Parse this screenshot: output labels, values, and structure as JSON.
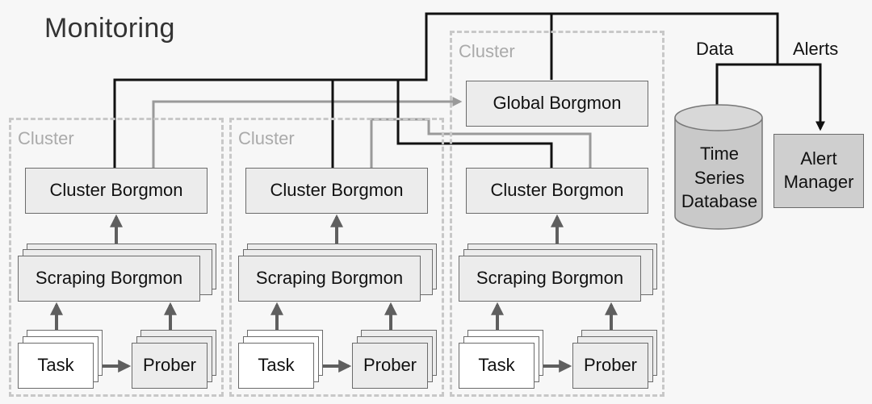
{
  "title": "Monitoring",
  "cluster_label": "Cluster",
  "labels": {
    "global_borgmon": "Global Borgmon",
    "cluster_borgmon": "Cluster Borgmon",
    "scraping_borgmon": "Scraping Borgmon",
    "task": "Task",
    "prober": "Prober",
    "tsdb": "Time\nSeries\nDatabase",
    "alert_manager": "Alert\nManager",
    "data": "Data",
    "alerts": "Alerts"
  },
  "colors": {
    "wire_dark": "#111111",
    "wire_grey": "#9a9a9a",
    "arrow_grey": "#5f5f5f"
  }
}
